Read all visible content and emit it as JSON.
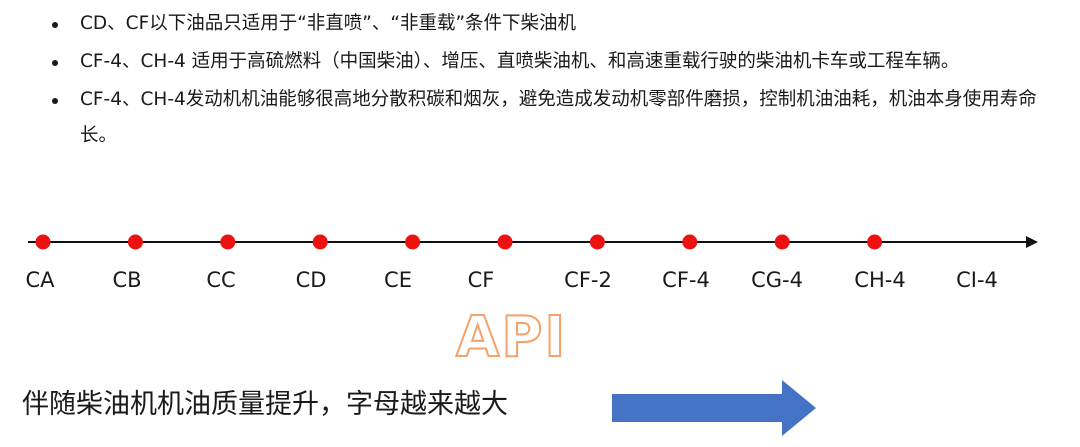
{
  "bullets": [
    "CD、CF以下油品只适用于“非直喷”、“非重载”条件下柴油机",
    "CF-4、CH-4 适用于高硫燃料（中国柴油）、增压、直喷柴油机、和高速重载行驶的柴油机卡车或工程车辆。",
    "CF-4、CH-4发动机机油能够很高地分散积碳和烟灰，避免造成发动机零部件磨损，控制机油油耗，机油本身使用寿命长。"
  ],
  "timeline": {
    "grades": [
      "CA",
      "CB",
      "CC",
      "CD",
      "CE",
      "CF",
      "CF-2",
      "CF-4",
      "CG-4",
      "CH-4",
      "CI-4"
    ],
    "marked_count": 10,
    "dot_color": "#ee1111",
    "line_color": "#111111"
  },
  "api_title": "API",
  "api_title_color": "#f4a26a",
  "footer_caption": "伴随柴油机机油质量提升，字母越来越大",
  "arrow_color": "#4472c4"
}
